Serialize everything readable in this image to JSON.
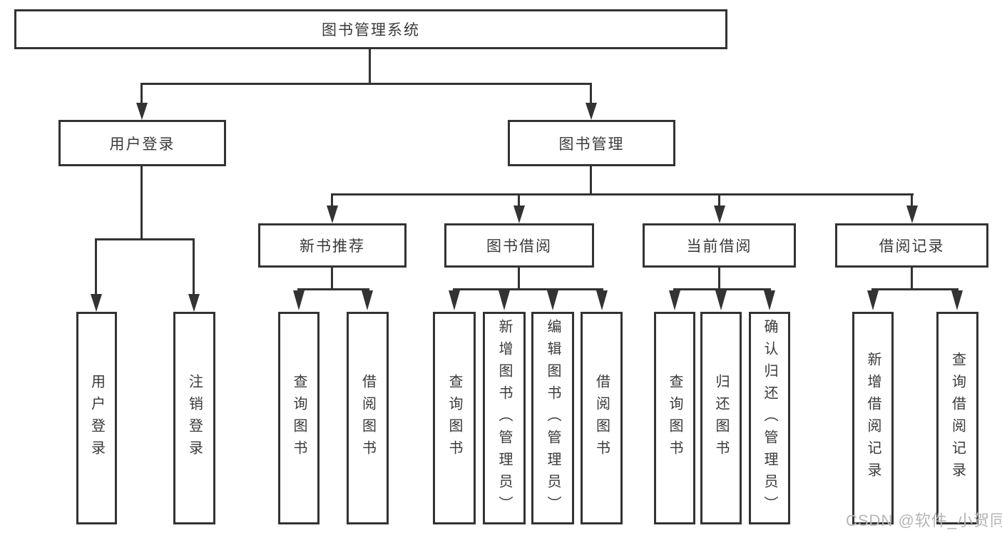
{
  "title": {
    "label": "图书管理系统"
  },
  "user_login": {
    "label": "用户登录",
    "children": [
      {
        "label": "用户登录"
      },
      {
        "label": "注销登录"
      }
    ]
  },
  "book_mgmt": {
    "label": "图书管理",
    "sections": [
      {
        "label": "新书推荐",
        "children": [
          {
            "label": "查询图书"
          },
          {
            "label": "借阅图书"
          }
        ]
      },
      {
        "label": "图书借阅",
        "children": [
          {
            "label": "查询图书"
          },
          {
            "label": "新增图书（管理员）"
          },
          {
            "label": "编辑图书（管理员）"
          },
          {
            "label": "借阅图书"
          }
        ]
      },
      {
        "label": "当前借阅",
        "children": [
          {
            "label": "查询图书"
          },
          {
            "label": "归还图书"
          },
          {
            "label": "确认归还（管理员）"
          }
        ]
      },
      {
        "label": "借阅记录",
        "children": [
          {
            "label": "新增借阅记录"
          },
          {
            "label": "查询借阅记录"
          }
        ]
      }
    ]
  },
  "watermark": "CSDN @软件_小贺同学",
  "colors": {
    "line": "#333333",
    "text": "#3a3a3a",
    "watermark": "#b5b5b5",
    "background": "#ffffff"
  }
}
